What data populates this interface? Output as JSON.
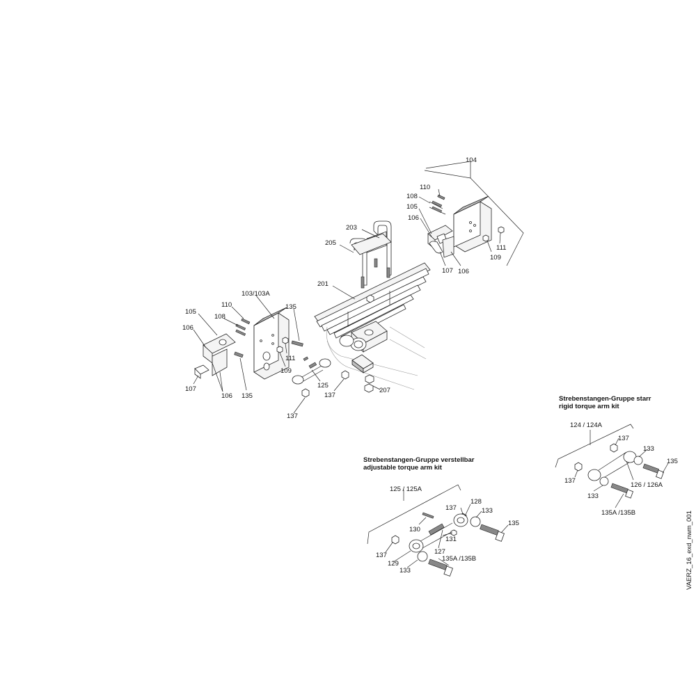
{
  "drawing_id": "VAERZ_16_exd_nwm_001",
  "kits": {
    "rigid": {
      "title_de": "Strebenstangen-Gruppe starr",
      "title_en": "rigid torque arm kit"
    },
    "adjustable": {
      "title_de": "Strebenstangen-Gruppe verstellbar",
      "title_en": "adjustable torque arm kit"
    }
  },
  "labels": {
    "l104": "104",
    "l110a": "110",
    "l108a": "108",
    "l105a": "105",
    "l106a": "106",
    "l107a": "107",
    "l106b": "106",
    "l109a": "109",
    "l111a": "111",
    "l203": "203",
    "l205": "205",
    "l201": "201",
    "l103": "103/103A",
    "l110b": "110",
    "l108b": "108",
    "l105b": "105",
    "l106c": "106",
    "l107b": "107",
    "l106d": "106",
    "l135a": "135",
    "l135b": "135",
    "l111b": "111",
    "l109b": "109",
    "l125": "125",
    "l137a": "137",
    "l137b": "137",
    "l207": "207",
    "l124": "124 / 124A",
    "l137c": "137",
    "l133a": "133",
    "l135c": "135",
    "l137d": "137",
    "l126": "126 / 126A",
    "l133b": "133",
    "l135ab1": "135A /135B",
    "l125kit": "125 / 125A",
    "l137e": "137",
    "l128": "128",
    "l133c": "133",
    "l135d": "135",
    "l130": "130",
    "l131": "131",
    "l127": "127",
    "l137f": "137",
    "l129": "129",
    "l133d": "133",
    "l135ab2": "135A /135B"
  }
}
